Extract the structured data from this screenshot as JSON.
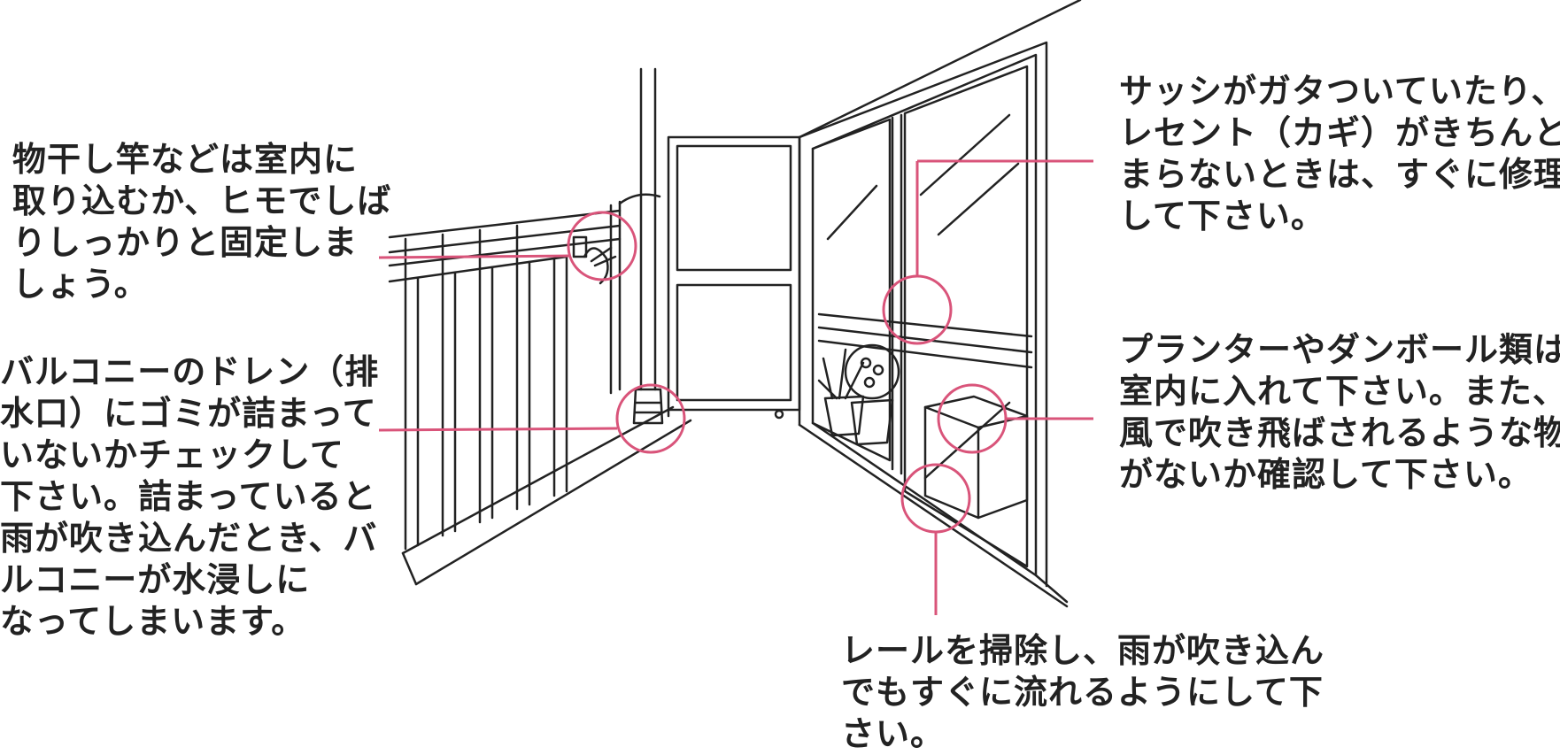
{
  "notes": {
    "laundry": {
      "lines": [
        "物干し竿などは室内に",
        "取り込むか、ヒモでしば",
        "りしっかりと固定しま",
        "しょう。"
      ]
    },
    "drain": {
      "lines": [
        "バルコニーのドレン（排",
        "水口）にゴミが詰まって",
        "いないかチェックして",
        "下さい。詰まっていると",
        "雨が吹き込んだとき、バ",
        "ルコニーが水浸しに",
        "なってしまいます。"
      ]
    },
    "sash": {
      "lines": [
        "サッシがガタついていたり、ク",
        "レセント（カギ）がきちんと閉",
        "まらないときは、すぐに修理",
        "して下さい。"
      ]
    },
    "planter": {
      "lines": [
        "プランターやダンボール類は",
        "室内に入れて下さい。また、",
        "風で吹き飛ばされるような物",
        "がないか確認して下さい。"
      ]
    },
    "rail": {
      "lines": [
        "レールを掃除し、雨が吹き込ん",
        "でもすぐに流れるようにして下",
        "さい。"
      ]
    }
  },
  "colors": {
    "accent": "#d9547a",
    "line_art": "#222222",
    "text": "#222222",
    "background": "#ffffff"
  }
}
